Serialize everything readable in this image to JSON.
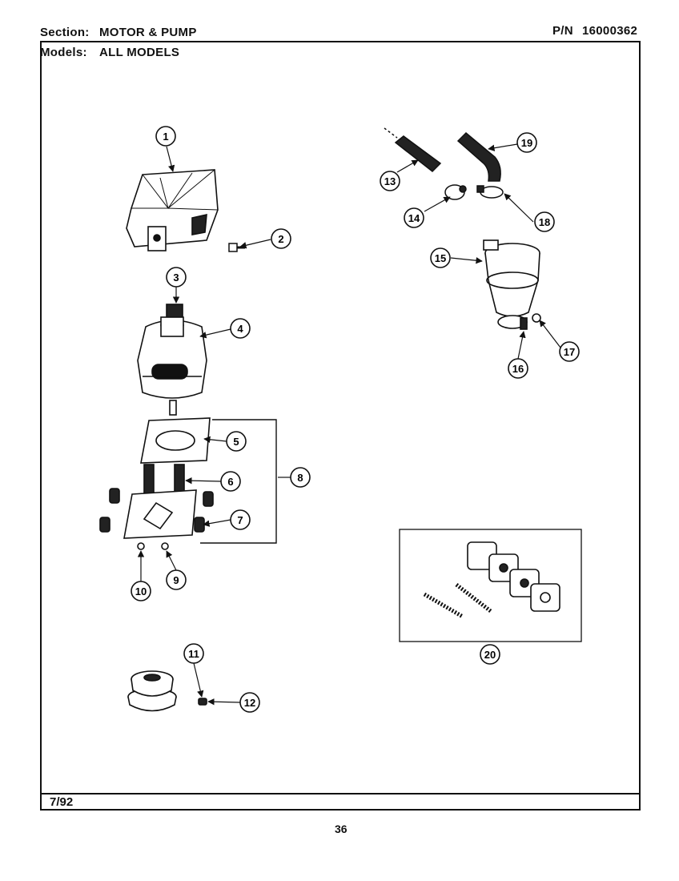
{
  "header": {
    "section_label": "Section:",
    "section_value": "MOTOR & PUMP",
    "pn_label": "P/N",
    "pn_value": "16000362",
    "models_label": "Models:",
    "models_value": "ALL MODELS"
  },
  "footer": {
    "date": "7/92",
    "page_number": "36"
  },
  "callouts": [
    {
      "id": "1",
      "label": "1"
    },
    {
      "id": "2",
      "label": "2"
    },
    {
      "id": "3",
      "label": "3"
    },
    {
      "id": "4",
      "label": "4"
    },
    {
      "id": "5",
      "label": "5"
    },
    {
      "id": "6",
      "label": "6"
    },
    {
      "id": "7",
      "label": "7"
    },
    {
      "id": "8",
      "label": "8"
    },
    {
      "id": "9",
      "label": "9"
    },
    {
      "id": "10",
      "label": "10"
    },
    {
      "id": "11",
      "label": "11"
    },
    {
      "id": "12",
      "label": "12"
    },
    {
      "id": "13",
      "label": "13"
    },
    {
      "id": "14",
      "label": "14"
    },
    {
      "id": "15",
      "label": "15"
    },
    {
      "id": "16",
      "label": "16"
    },
    {
      "id": "17",
      "label": "17"
    },
    {
      "id": "18",
      "label": "18"
    },
    {
      "id": "19",
      "label": "19"
    },
    {
      "id": "20",
      "label": "20"
    }
  ]
}
